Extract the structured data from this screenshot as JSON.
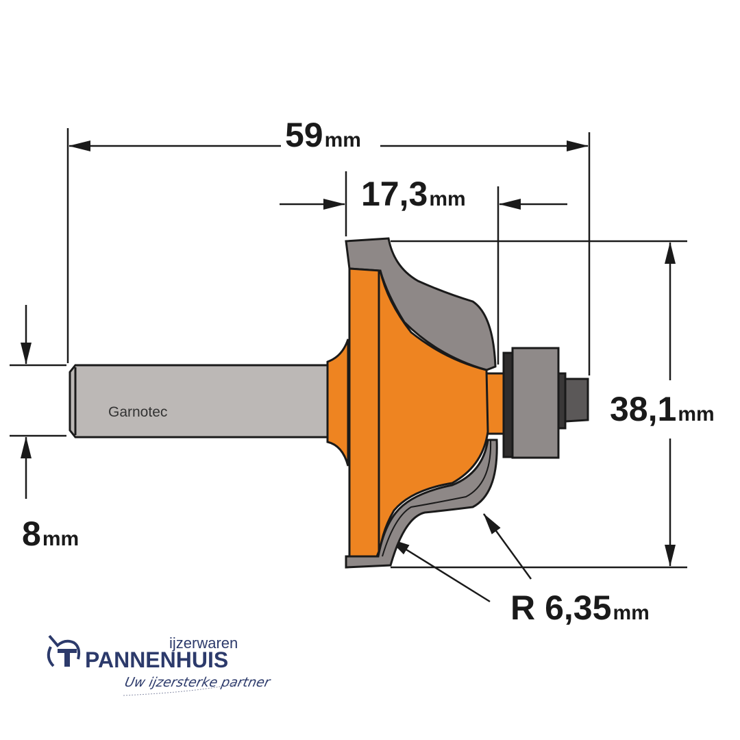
{
  "diagram": {
    "shank_label": "Garnotec",
    "dimensions": {
      "overall_length": {
        "value": "59",
        "unit": "mm"
      },
      "cutting_length": {
        "value": "17,3",
        "unit": "mm"
      },
      "diameter": {
        "value": "38,1",
        "unit": "mm"
      },
      "shank_diameter": {
        "value": "8",
        "unit": "mm"
      },
      "radius": {
        "prefix": "R",
        "value": "6,35",
        "unit": "mm"
      }
    },
    "colors": {
      "body": "#ee8421",
      "carbide": "#8e8887",
      "shank": "#bcb8b6",
      "bearing": "#8f8a89",
      "outline": "#1a1a1a",
      "brand": "#2c3a6b"
    }
  },
  "logo": {
    "top_text": "ijzerwaren",
    "name": "PANNENHUIS",
    "slogan": "Uw ijzersterke partner"
  }
}
